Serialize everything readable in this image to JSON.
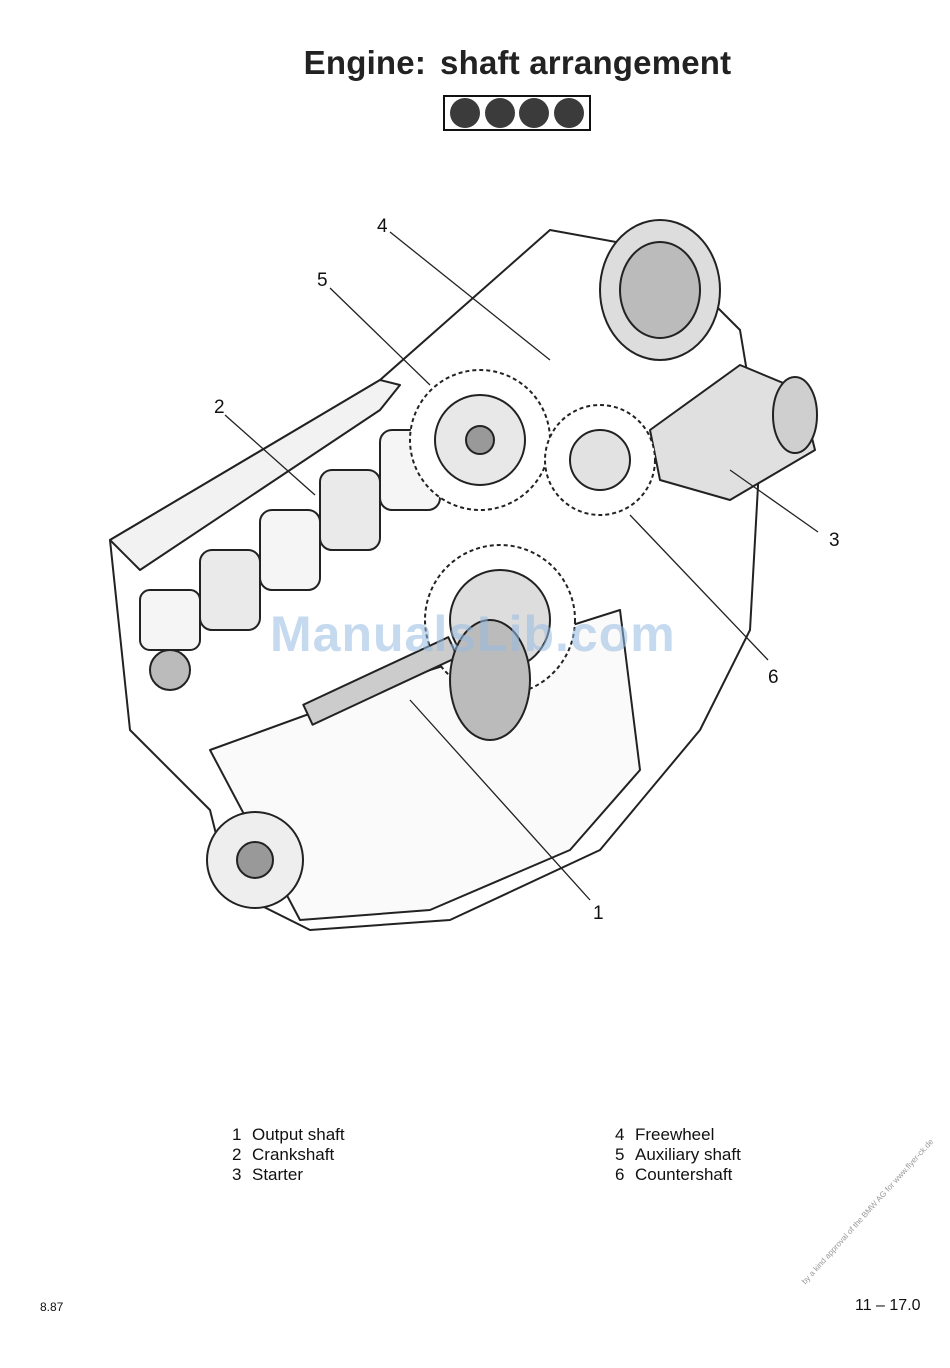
{
  "header": {
    "title_part1": "Engine:",
    "title_part2": "shaft arrangement",
    "rating_dots": 4
  },
  "figure": {
    "callouts": [
      "1",
      "2",
      "3",
      "4",
      "5",
      "6"
    ],
    "watermark": "ManualsLib.com"
  },
  "legend": {
    "left": [
      {
        "num": "1",
        "label": "Output shaft"
      },
      {
        "num": "2",
        "label": "Crankshaft"
      },
      {
        "num": "3",
        "label": "Starter"
      }
    ],
    "right": [
      {
        "num": "4",
        "label": "Freewheel"
      },
      {
        "num": "5",
        "label": "Auxiliary shaft"
      },
      {
        "num": "6",
        "label": "Countershaft"
      }
    ]
  },
  "footer": {
    "date": "8.87",
    "page": "11 – 17.0",
    "stamp": "by a kind approval of the BMW AG for www.flyer-ck.de"
  }
}
